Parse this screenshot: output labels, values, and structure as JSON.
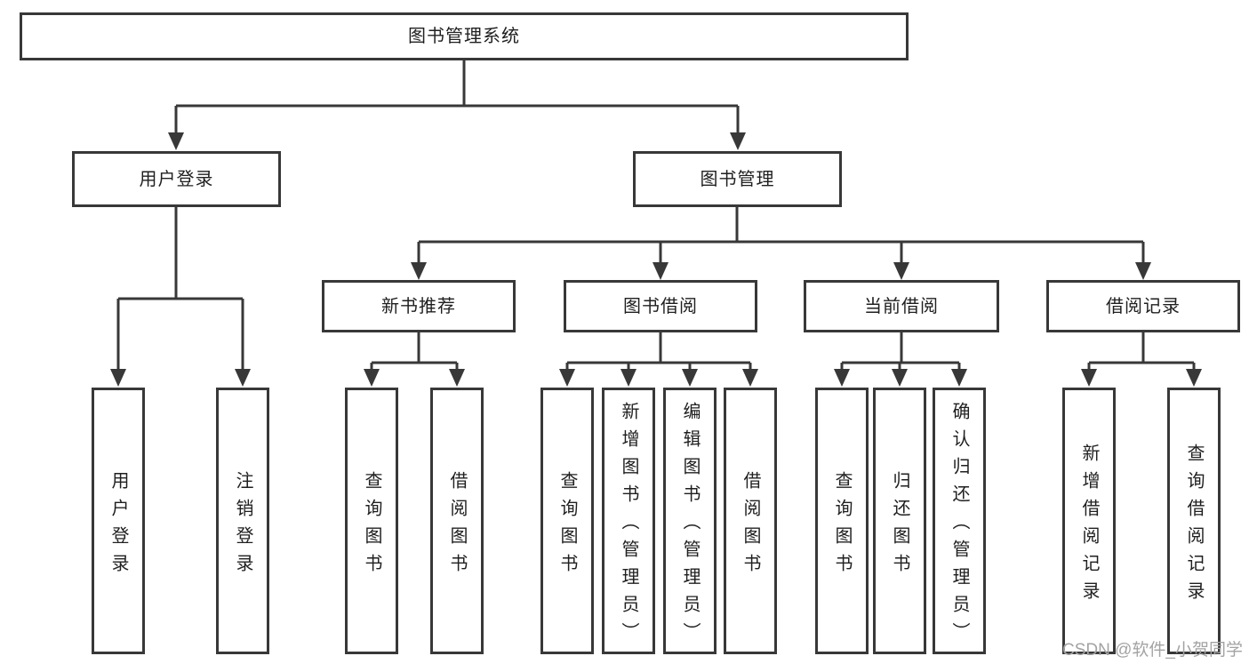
{
  "root": {
    "label": "图书管理系统"
  },
  "branches": [
    {
      "label": "用户登录",
      "children": [
        {
          "label": "用户登录"
        },
        {
          "label": "注销登录"
        }
      ]
    },
    {
      "label": "图书管理",
      "sections": [
        {
          "label": "新书推荐",
          "children": [
            {
              "label": "查询图书"
            },
            {
              "label": "借阅图书"
            }
          ]
        },
        {
          "label": "图书借阅",
          "children": [
            {
              "label": "查询图书"
            },
            {
              "label": "新增图书（管理员）"
            },
            {
              "label": "编辑图书（管理员）"
            },
            {
              "label": "借阅图书"
            }
          ]
        },
        {
          "label": "当前借阅",
          "children": [
            {
              "label": "查询图书"
            },
            {
              "label": "归还图书"
            },
            {
              "label": "确认归还（管理员）"
            }
          ]
        },
        {
          "label": "借阅记录",
          "children": [
            {
              "label": "新增借阅记录"
            },
            {
              "label": "查询借阅记录"
            }
          ]
        }
      ]
    }
  ],
  "watermark": {
    "text": "CSDN @软件_小贺同学"
  },
  "colors": {
    "line": "#383838",
    "text": "#1f1f1f",
    "background": "#ffffff",
    "watermark": "#a3a3a3"
  }
}
